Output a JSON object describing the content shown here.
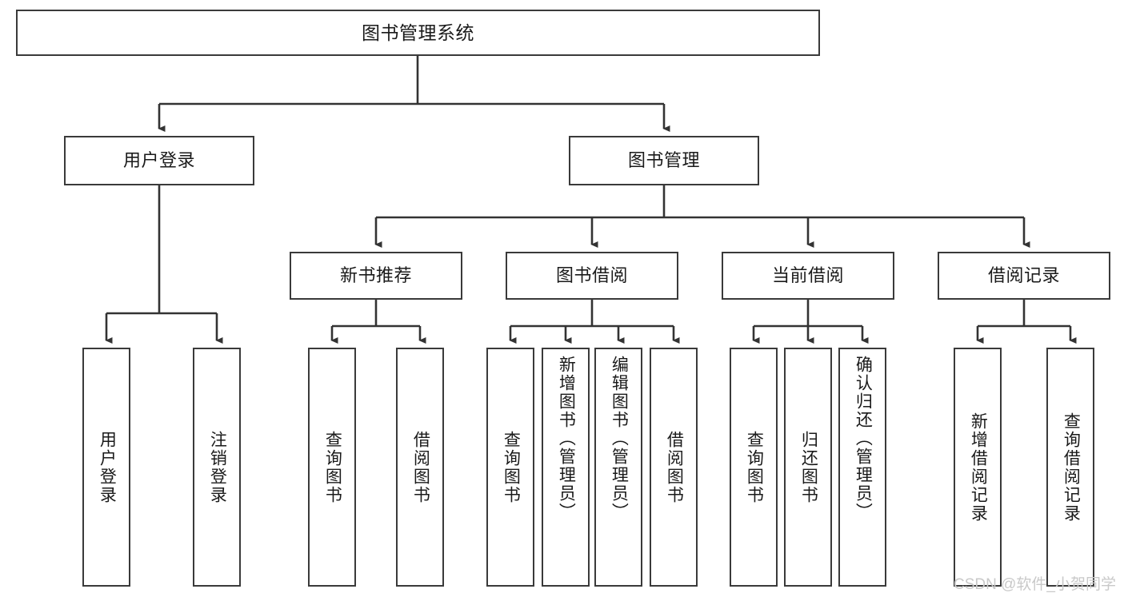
{
  "diagram": {
    "title": "图书管理系统",
    "type": "tree-hierarchy-diagram",
    "watermark": "CSDN @软件_小贺同学",
    "colors": {
      "background": "#ffffff",
      "box_border": "#3a3a3a",
      "connector": "#333333",
      "text": "#1a1a1a",
      "watermark": "#c9c9c9"
    },
    "nodes": {
      "root": {
        "label": "图书管理系统"
      },
      "level2": [
        {
          "label": "用户登录"
        },
        {
          "label": "图书管理"
        }
      ],
      "level3": [
        {
          "label": "新书推荐"
        },
        {
          "label": "图书借阅"
        },
        {
          "label": "当前借阅"
        },
        {
          "label": "借阅记录"
        }
      ],
      "leaves": {
        "user_login": [
          {
            "label": "用户登录"
          },
          {
            "label": "注销登录"
          }
        ],
        "new_book": [
          {
            "label": "查询图书"
          },
          {
            "label": "借阅图书"
          }
        ],
        "book_borrow": [
          {
            "label": "查询图书"
          },
          {
            "label": "新增图书（管理员）"
          },
          {
            "label": "编辑图书（管理员）"
          },
          {
            "label": "借阅图书"
          }
        ],
        "current_borrow": [
          {
            "label": "查询图书"
          },
          {
            "label": "归还图书"
          },
          {
            "label": "确认归还（管理员）"
          }
        ],
        "borrow_record": [
          {
            "label": "新增借阅记录"
          },
          {
            "label": "查询借阅记录"
          }
        ]
      }
    }
  }
}
